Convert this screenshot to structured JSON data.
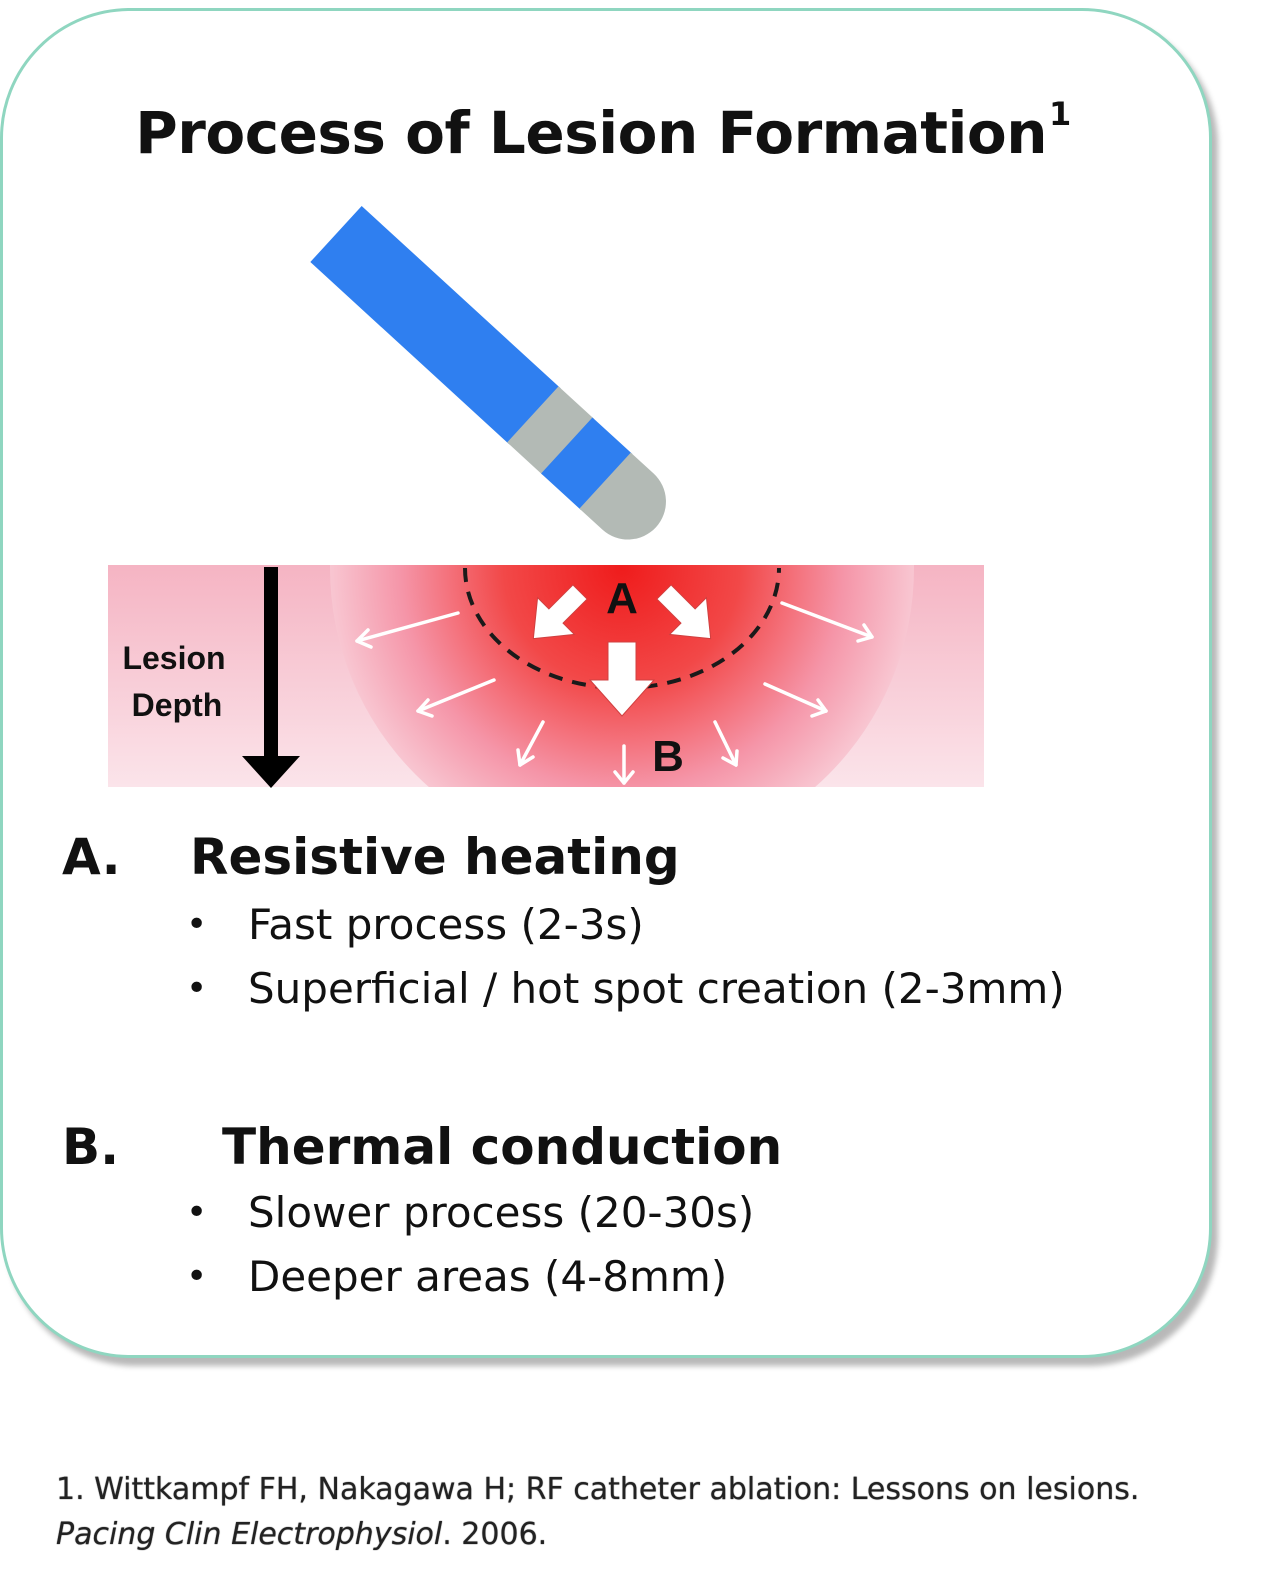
{
  "title": {
    "text": "Process of Lesion Formation",
    "superscript": "1"
  },
  "diagram": {
    "label_a": "A",
    "label_b": "B",
    "depth_label_line1": "Lesion",
    "depth_label_line2": "Depth",
    "colors": {
      "catheter_blue": "#2f7ff0",
      "catheter_gray": "#b3bab5",
      "tissue_pink": "#f7c6d0",
      "lesion_red": "#ef2020",
      "border_teal": "#8fd6c0"
    }
  },
  "section_a": {
    "marker": "A.",
    "heading": "Resistive heating",
    "bullets": [
      "Fast process (2-3s)",
      "Superficial / hot spot creation (2-3mm)"
    ]
  },
  "section_b": {
    "marker": "B.",
    "heading": "Thermal conduction",
    "bullets": [
      "Slower process (20-30s)",
      "Deeper areas (4-8mm)"
    ]
  },
  "reference": {
    "line1": "1. Wittkampf FH, Nakagawa H; RF catheter ablation: Lessons on lesions.",
    "journal": "Pacing Clin Electrophysiol",
    "year": ". 2006."
  }
}
